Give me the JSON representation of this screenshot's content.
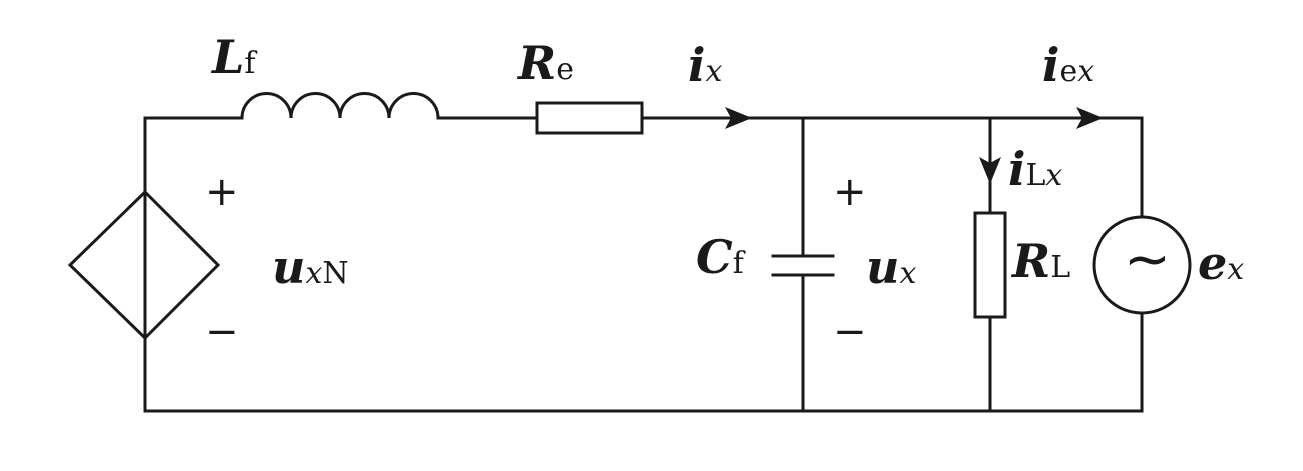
{
  "diagram": {
    "type": "circuit",
    "components": {
      "inductor": {
        "symbol": "L",
        "subscript": "f"
      },
      "series_resistor": {
        "symbol": "R",
        "subscript": "e"
      },
      "capacitor": {
        "symbol": "C",
        "subscript": "f"
      },
      "load_resistor": {
        "symbol": "R",
        "subscript": "L"
      },
      "dependent_source": {
        "symbol": "u",
        "subscript_italic": "x",
        "subscript": "N",
        "plus": "+",
        "minus": "−"
      },
      "ac_source": {
        "symbol": "e",
        "subscript": "x",
        "glyph": "~"
      }
    },
    "currents": {
      "i_x": {
        "symbol": "i",
        "subscript": "x"
      },
      "i_ex": {
        "symbol": "i",
        "subscript_roman": "e",
        "subscript": "x"
      },
      "i_Lx": {
        "symbol": "i",
        "subscript_roman": "L",
        "subscript": "x"
      }
    },
    "voltages": {
      "u_x": {
        "symbol": "u",
        "subscript": "x",
        "plus": "+",
        "minus": "−"
      }
    }
  }
}
